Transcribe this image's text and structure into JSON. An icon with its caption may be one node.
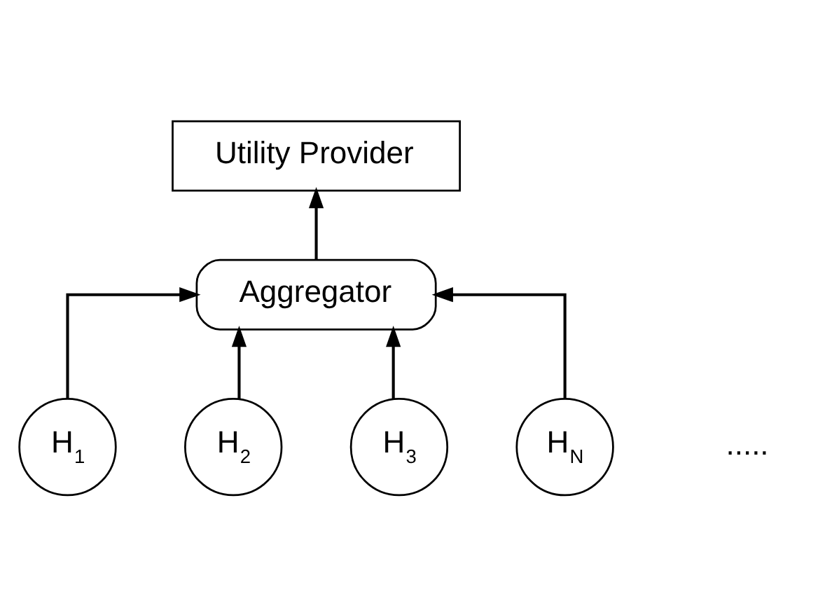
{
  "diagram": {
    "nodes": [
      {
        "text": [
          "Utility Provider"
        ]
      },
      {
        "text": [
          "Aggregator"
        ]
      },
      {
        "text": [
          "H$_{1}$"
        ]
      },
      {
        "text": [
          "H$_{2}$"
        ]
      },
      {
        "text": [
          "H$_{3}$"
        ]
      },
      {
        "text": [
          "H$_{N}$"
        ]
      }
    ],
    "edges": [
      {
        "from": 1,
        "to": 0,
        "arrow": "to"
      },
      {
        "from": 2,
        "to": 1,
        "arrow": "to"
      },
      {
        "from": 3,
        "to": 1,
        "arrow": "to"
      },
      {
        "from": 4,
        "to": 1,
        "arrow": "to"
      },
      {
        "from": 5,
        "to": 1,
        "arrow": "to"
      }
    ],
    "labels": [
      "....."
    ]
  }
}
